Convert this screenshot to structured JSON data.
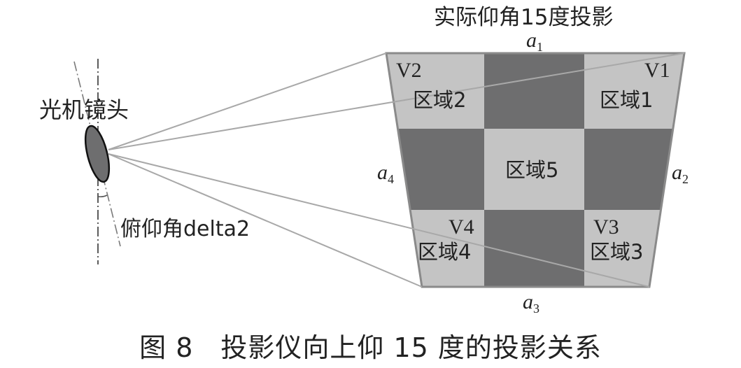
{
  "diagram": {
    "projection_title": "实际仰角15度投影",
    "lens_label": "光机镜头",
    "angle_label": "俯仰角delta2",
    "edges": {
      "top": {
        "symbol": "a",
        "sub": "1"
      },
      "right": {
        "symbol": "a",
        "sub": "2"
      },
      "bottom": {
        "symbol": "a",
        "sub": "3"
      },
      "left": {
        "symbol": "a",
        "sub": "4"
      }
    },
    "vertices": {
      "v1": "V1",
      "v2": "V2",
      "v3": "V3",
      "v4": "V4"
    },
    "regions": {
      "r1": "区域1",
      "r2": "区域2",
      "r3": "区域3",
      "r4": "区域4",
      "r5": "区域5"
    },
    "colors": {
      "light_cell": "#c4c4c4",
      "dark_cell": "#6e6e6f",
      "lens_fill": "#6e6e6f",
      "ray_line": "#a8a8a8",
      "text": "#222222"
    }
  },
  "caption": "图 8　投影仪向上仰 15 度的投影关系"
}
